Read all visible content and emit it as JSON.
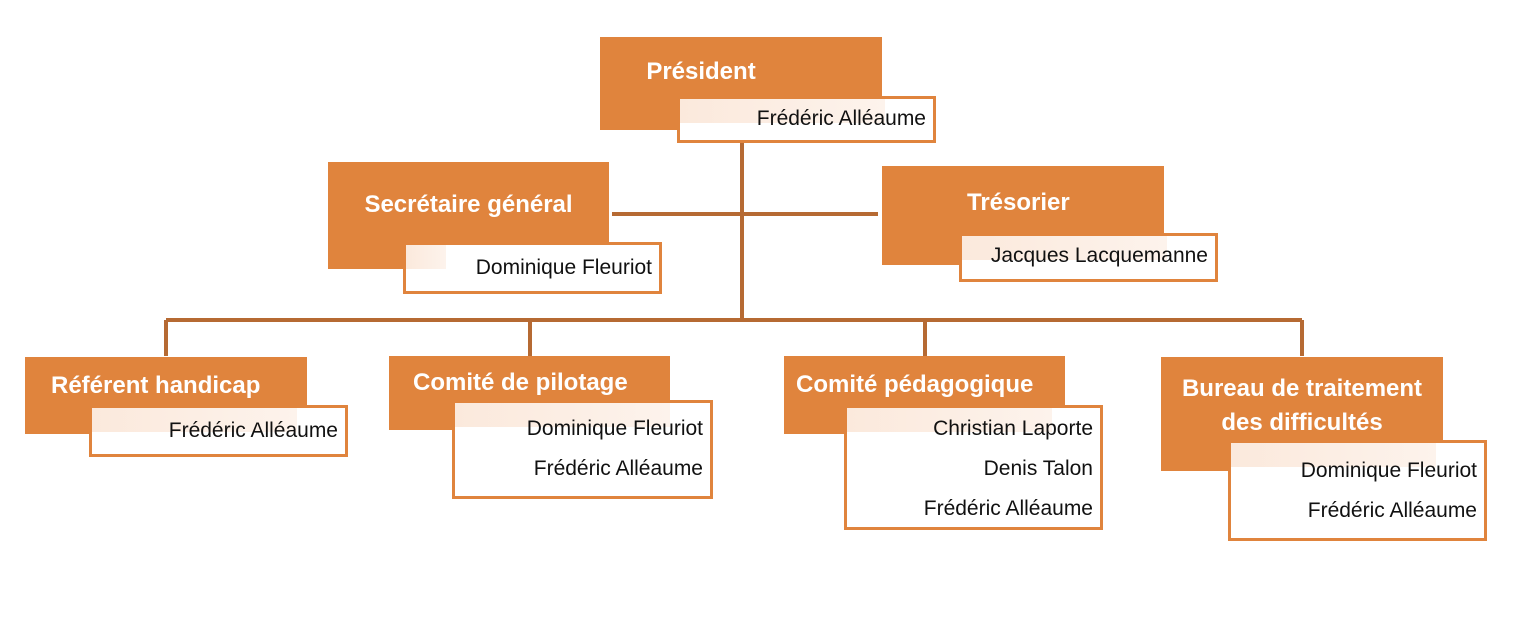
{
  "president": {
    "title": "Président",
    "members": [
      "Frédéric Alléaume"
    ]
  },
  "secretaire": {
    "title": "Secrétaire général",
    "members": [
      "Dominique Fleuriot"
    ]
  },
  "tresorier": {
    "title": "Trésorier",
    "members": [
      "Jacques Lacquemanne"
    ]
  },
  "referent": {
    "title": "Référent handicap",
    "members": [
      "Frédéric Alléaume"
    ]
  },
  "pilotage": {
    "title": "Comité de pilotage",
    "members": [
      "Dominique Fleuriot",
      "Frédéric Alléaume"
    ]
  },
  "pedagogique": {
    "title": "Comité pédagogique",
    "members": [
      "Christian Laporte",
      "Denis Talon",
      "Frédéric Alléaume"
    ]
  },
  "bureau": {
    "title_line1": "Bureau de traitement",
    "title_line2": "des difficultés",
    "members": [
      "Dominique Fleuriot",
      "Frédéric Alléaume"
    ]
  },
  "colors": {
    "box_fill": "#e0843d",
    "connector": "#b66a33",
    "name_tint": "#fbe9dc"
  }
}
